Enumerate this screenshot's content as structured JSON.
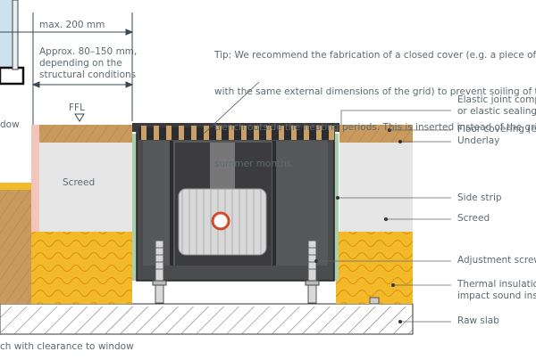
{
  "texts": {
    "max_dim": "max. 200 mm",
    "approx_line1": "Approx. 80–150 mm,",
    "approx_line2": "depending on the",
    "approx_line3": "structural conditions",
    "window_partial": "dow",
    "ffl": "FFL",
    "screed_left": "Screed",
    "tip_lines": [
      "Tip: We recommend the fabrication of a closed cover (e.g. a piece of parq",
      "with the same external dimensions of the grid) to prevent soiling of the",
      "trench outside the heating periods. This is inserted instead of the grid in",
      "summer months."
    ],
    "caption": "ch with clearance to window"
  },
  "callouts": [
    {
      "id": "elastic-joint",
      "lines": [
        "Elastic joint comp",
        "or elastic sealing"
      ]
    },
    {
      "id": "floor-covering",
      "lines": [
        "Floor covering (e."
      ]
    },
    {
      "id": "underlay",
      "lines": [
        "Underlay"
      ]
    },
    {
      "id": "side-strip",
      "lines": [
        "Side strip"
      ]
    },
    {
      "id": "screed",
      "lines": [
        "Screed"
      ]
    },
    {
      "id": "adjustment-screw",
      "lines": [
        "Adjustment screw"
      ]
    },
    {
      "id": "thermal-insulation",
      "lines": [
        "Thermal insulatio",
        "impact sound insu"
      ]
    },
    {
      "id": "raw-slab",
      "lines": [
        "Raw slab"
      ]
    }
  ],
  "colors": {
    "label": "#5e6a70",
    "dim_line": "#3a4a52",
    "wood": "#c99a5e",
    "wood_light": "#d8b07a",
    "screed": "#e6e6e6",
    "insulation": "#f2b928",
    "insulation_dark": "#e59a17",
    "trench_body": "#4a4a4c",
    "trench_dark": "#2e2e30",
    "side_strip": "#8fbf9a",
    "elastic_joint": "#f2b8b0",
    "raw_slab_hatch": "#777777",
    "glass": "#9ec7de",
    "pipe_red": "#d24b2c"
  }
}
